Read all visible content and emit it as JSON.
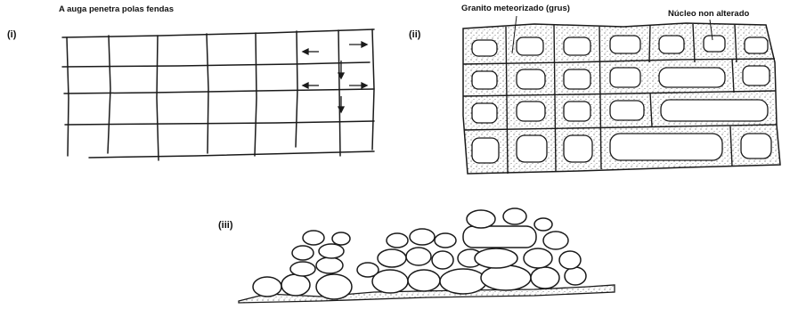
{
  "panels": [
    {
      "id": "i",
      "label": "(i)",
      "caption": "A auga penetra polas fendas"
    },
    {
      "id": "ii",
      "label": "(ii)",
      "labels": [
        "Granito meteorizado (grus)",
        "Núcleo non alterado"
      ]
    },
    {
      "id": "iii",
      "label": "(iii)"
    }
  ],
  "colors": {
    "ink": "#1a1a1a",
    "paper": "#ffffff",
    "stipple": "#555555"
  }
}
